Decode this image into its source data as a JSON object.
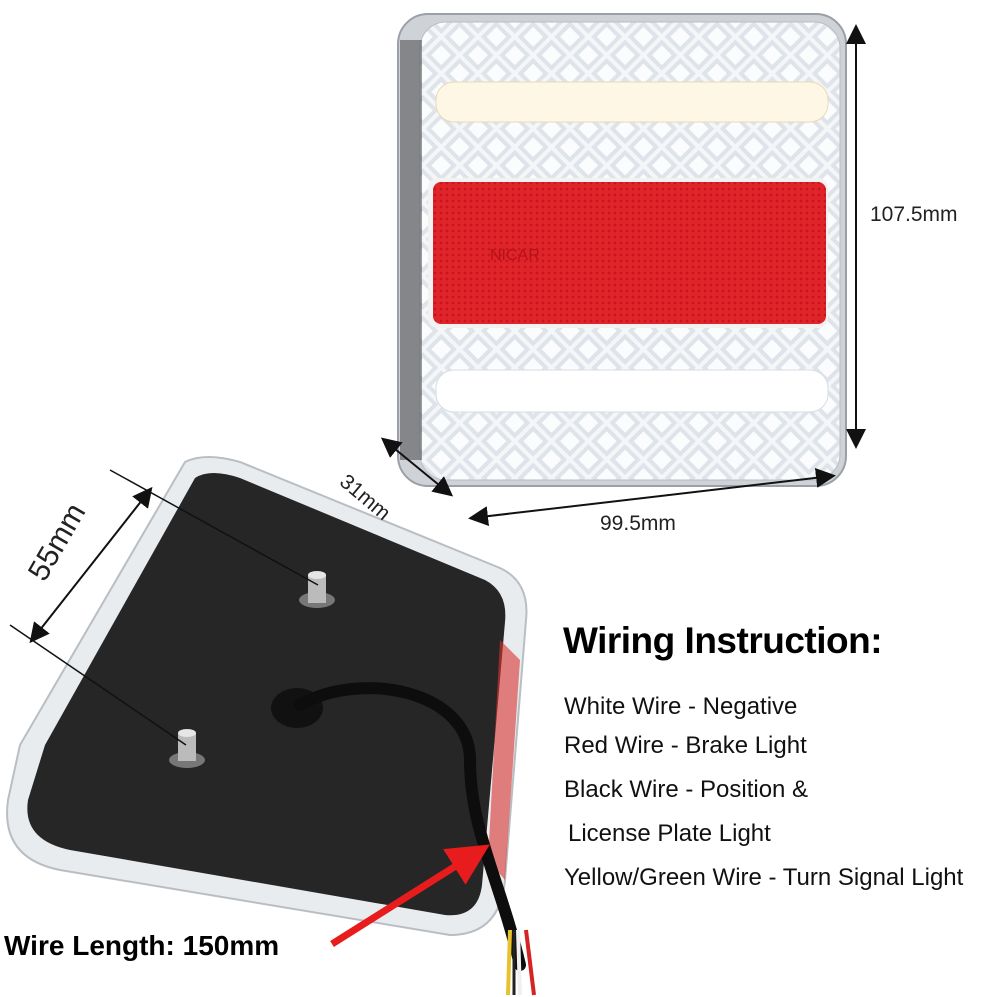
{
  "dimensions": {
    "height": "107.5mm",
    "width": "99.5mm",
    "depth": "31mm",
    "bolt_spacing": "55mm"
  },
  "wiring": {
    "title": "Wiring Instruction:",
    "lines": [
      "White Wire - Negative",
      "Red Wire - Brake Light",
      "Black Wire - Position &",
      " License Plate Light",
      "Yellow/Green Wire - Turn Signal Light"
    ]
  },
  "wire_length": "Wire Length: 150mm",
  "lamp_markings": {
    "reflector_brand": "NICAR"
  },
  "colors": {
    "reflector_red": "#e0242a",
    "arrow_red": "#e81c1c",
    "housing_black": "#262626"
  }
}
